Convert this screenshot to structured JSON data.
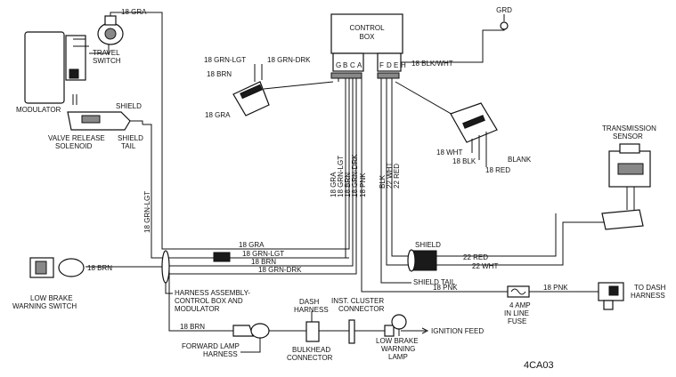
{
  "labels": {
    "control_box": "CONTROL\nBOX",
    "grd": "GRD",
    "travel_switch": "TRAVEL\nSWITCH",
    "modulator": "MODULATOR",
    "valve_release_solenoid": "VALVE RELEASE\nSOLENOID",
    "shield_top": "SHIELD",
    "shield_tail_top": "SHIELD\nTAIL",
    "transmission_sensor": "TRANSMISSION\nSENSOR",
    "low_brake_warning_switch": "LOW BRAKE\nWARNING SWITCH",
    "harness_assembly": "HARNESS ASSEMBLY-\nCONTROL BOX AND\nMODULATOR",
    "dash_harness_left": "DASH\nHARNESS",
    "inst_cluster_connector": "INST. CLUSTER\nCONNECTOR",
    "forward_lamp_harness": "FORWARD LAMP\nHARNESS",
    "bulkhead_connector": "BULKHEAD\nCONNECTOR",
    "low_brake_warning_lamp": "LOW BRAKE\nWARNING\nLAMP",
    "ignition_feed": "IGNITION FEED",
    "shield_right": "SHIELD",
    "shield_tail_right": "SHIELD TAIL",
    "fuse": "4 AMP\nIN LINE\nFUSE",
    "to_dash_harness": "TO DASH\nHARNESS",
    "blank": "BLANK",
    "figure_code": "4CA03"
  },
  "wire_labels": {
    "gra_top": "18 GRA",
    "grn_lgt_conn": "18 GRN-LGT",
    "grn_drk_conn": "18 GRN-DRK",
    "brn_conn": "18 BRN",
    "gra_conn": "18 GRA",
    "blk_wht": "18 BLK/WHT",
    "grn_lgt_vertical": "18 GRN-LGT",
    "gra_vertical": "18 GRA",
    "grn_lgt_vertical2": "18 GRN-LGT",
    "brn_vertical": "18 BRN",
    "grn_drk_vertical": "18 GRN-DRK",
    "pnk_vertical": "18 PNK",
    "blk_vertical": "BLK",
    "wht_vertical": "22 WHT",
    "red_vertical": "22 RED",
    "wht_conn2": "18 WHT",
    "blk_conn2": "18 BLK",
    "red_conn2": "18 RED",
    "gra_harness": "18 GRA",
    "grn_lgt_harness": "18 GRN-LGT",
    "brn_harness": "18 BRN",
    "grn_drk_harness": "18 GRN-DRK",
    "brn_left": "18 BRN",
    "red_right": "22 RED",
    "wht_right": "22 WHT",
    "pnk_mid": "18 PNK",
    "pnk_right": "18 PNK",
    "brn_bottom": "18 BRN"
  },
  "connector_pins_left": [
    "G",
    "B",
    "C",
    "A"
  ],
  "connector_pins_right": [
    "F",
    "D",
    "E",
    "H"
  ]
}
